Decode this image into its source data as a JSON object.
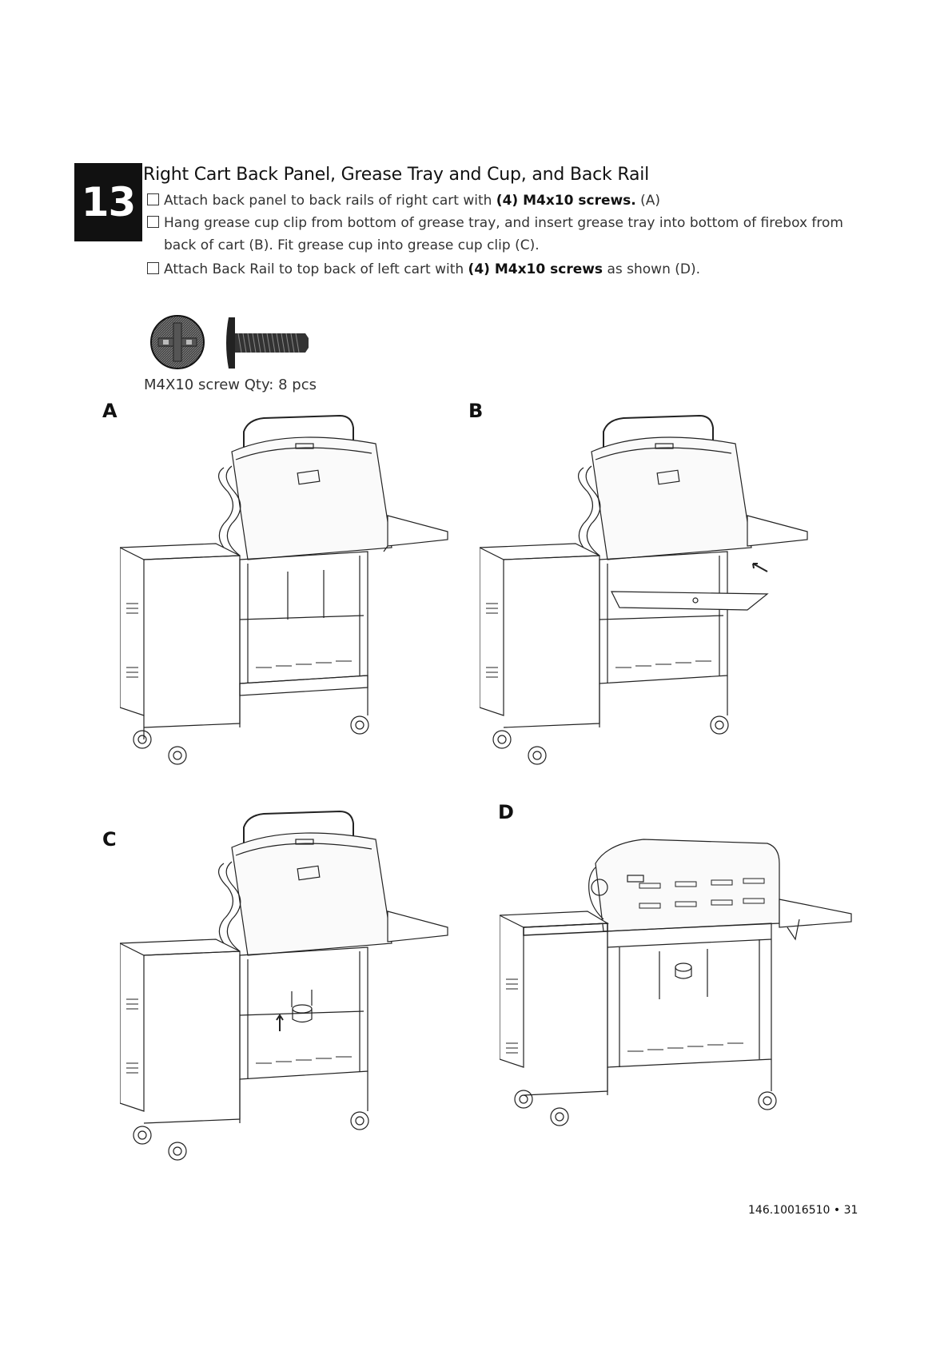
{
  "step": {
    "number": "13",
    "title": "Right Cart Back Panel, Grease Tray and Cup, and Back Rail"
  },
  "instructions": {
    "i1_text": "Attach  back panel to back rails of right cart with ",
    "i1_bold": "(4) M4x10 screws.",
    "i1_tail": " (A)",
    "i2_line1": "Hang grease cup clip from bottom of grease tray, and insert grease tray into bottom of firebox from",
    "i2_line2": "back of cart (B). Fit grease cup into grease cup clip (C).",
    "i3_text": "Attach Back Rail to top back of left cart with ",
    "i3_bold": "(4) M4x10 screws",
    "i3_tail": " as shown (D)."
  },
  "hardware": {
    "label": "M4X10 screw  Qty: 8 pcs",
    "icons": [
      "screw-head-icon",
      "screw-side-icon"
    ]
  },
  "panels": {
    "a": "A",
    "b": "B",
    "c": "C",
    "d": "D"
  },
  "footer": {
    "text": "146.10016510  •  31"
  }
}
